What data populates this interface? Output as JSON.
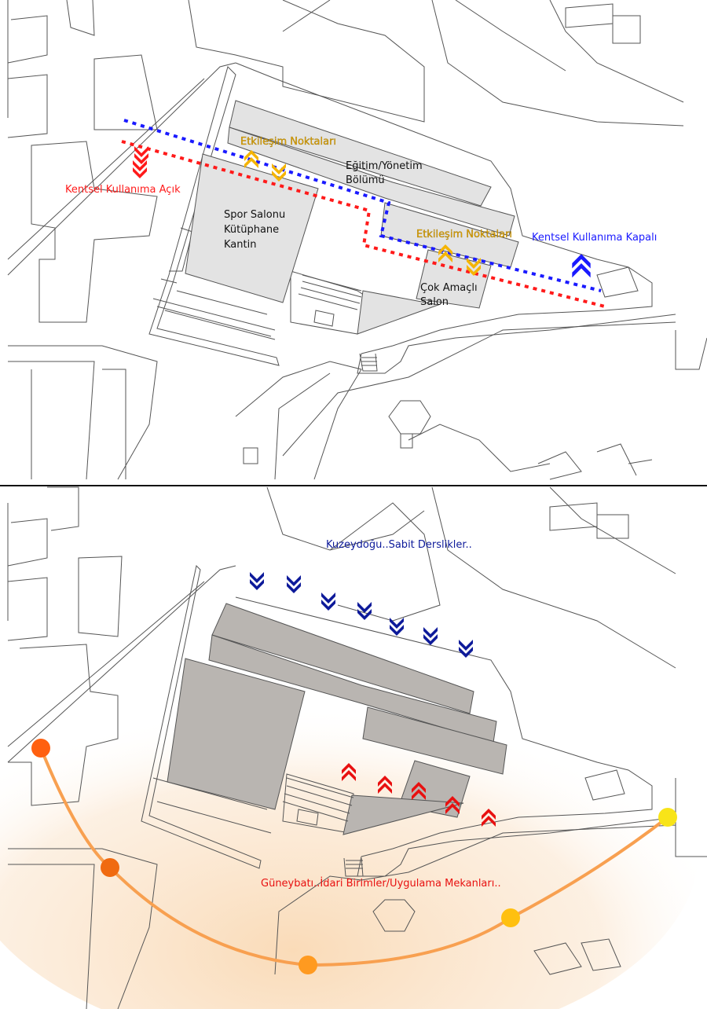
{
  "top_panel": {
    "labels": {
      "open": "Kentsel Kullanıma Açık",
      "closed": "Kentsel Kullanıma Kapalı",
      "interaction_1": "Etkileşim Noktaları",
      "interaction_2": "Etkileşim Noktaları",
      "education_line1": "Eğitim/Yönetim",
      "education_line2": "Bölümü",
      "sports_line1": "Spor Salonu",
      "sports_line2": "Kütüphane",
      "sports_line3": "Kantin",
      "multi_line1": "Çok Amaçlı",
      "multi_line2": "Salon"
    }
  },
  "bottom_panel": {
    "labels": {
      "northeast": "Kuzeydoğu..Sabit Derslikler..",
      "southwest": "Güneybatı..İdari Birimler/Uygulama Mekanları.."
    }
  },
  "colors": {
    "open_path": "#ff1a1a",
    "closed_path": "#1a1aff",
    "interaction": "#f5b400",
    "northeast": "#0d1a9a",
    "southwest": "#e81010",
    "sun_arc": "#f8a050"
  }
}
